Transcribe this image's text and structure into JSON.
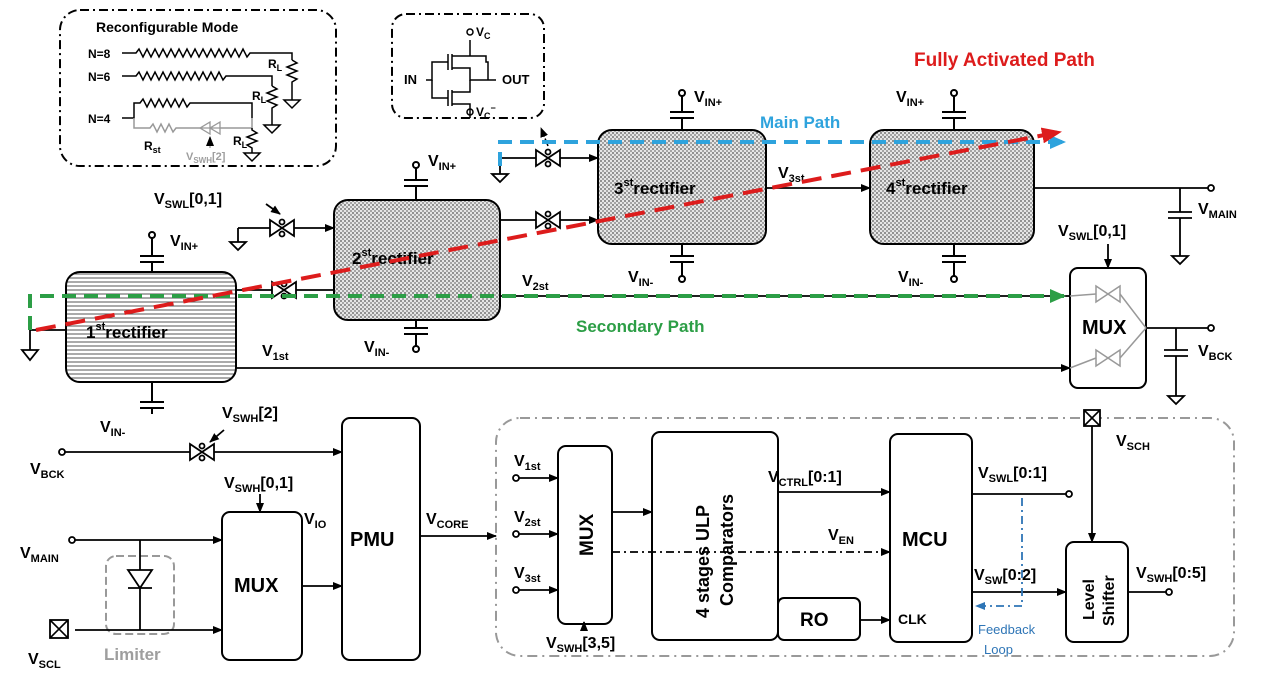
{
  "inset_reconfig": {
    "title": "Reconfigurable Mode",
    "rows": [
      "N=8",
      "N=6",
      "N=4"
    ],
    "rl": "R",
    "rl_sub": "L",
    "rst": "R",
    "rst_sub": "st",
    "vswh": "V",
    "vswh_sub": "SWH",
    "vswh_idx": "[2]"
  },
  "inset_tg": {
    "in": "IN",
    "out": "OUT",
    "vc": "V",
    "vc_sub": "C",
    "vcb": "V",
    "vcb_sub": "C",
    "vcb_sup": "−"
  },
  "paths": {
    "fully": "Fully Activated Path",
    "main": "Main Path",
    "secondary": "Secondary Path",
    "colors": {
      "fully": "#dd1c1c",
      "main": "#2ea3dd",
      "secondary": "#2c9e46",
      "feedback": "#2e75b6"
    }
  },
  "rectifiers": {
    "r1": {
      "sup": "st",
      "pre": "1",
      "word": "rectifier"
    },
    "r2": {
      "sup": "st",
      "pre": "2",
      "word": "rectifier"
    },
    "r3": {
      "sup": "st",
      "pre": "3",
      "word": "rectifier"
    },
    "r4": {
      "sup": "st",
      "pre": "4",
      "word": "rectifier"
    }
  },
  "labels": {
    "v": "V",
    "in_plus": "IN+",
    "in_minus": "IN-",
    "swl": "SWL",
    "swl_idx": "[0,1]",
    "swh": "SWH",
    "swh2_idx": "[2]",
    "swh01_idx": "[0,1]",
    "swh35_idx": "[3,5]",
    "swh05_idx": "[0:5]",
    "v1st": "1st",
    "v2st": "2st",
    "v3st": "3st",
    "main": "MAIN",
    "bck": "BCK",
    "sch": "SCH",
    "scl": "SCL",
    "io": "IO",
    "core": "CORE",
    "ctrl": "CTRL",
    "ctrl_idx": "[0:1]",
    "en": "EN",
    "sw": "SW",
    "sw_idx": "[0:2]",
    "swl01": "[0:1]"
  },
  "blocks": {
    "mux": "MUX",
    "pmu": "PMU",
    "mcu": "MCU",
    "ro": "RO",
    "clk": "CLK",
    "comparators_line1": "4 stages ULP",
    "comparators_line2": "Comparators",
    "level_line1": "Level",
    "level_line2": "Shifter",
    "limiter": "Limiter",
    "feedback_line1": "Feedback",
    "feedback_line2": "Loop"
  }
}
